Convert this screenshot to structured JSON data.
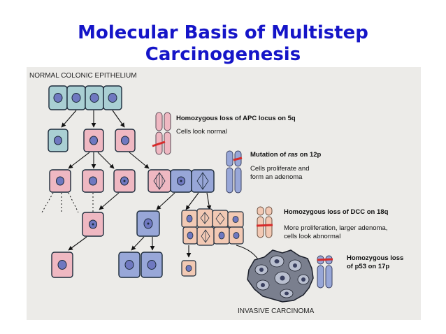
{
  "slide": {
    "title_line1": "Molecular Basis of Multistep",
    "title_line2": "Carcinogenesis"
  },
  "figure": {
    "top_label": "NORMAL COLONIC EPITHELIUM",
    "bottom_label": "INVASIVE CARCINOMA",
    "steps": [
      {
        "heading_pre": "Homozygous loss of APC locus on 5q",
        "heading_italic": "",
        "heading_post": "",
        "desc1": "Cells look normal",
        "desc2": ""
      },
      {
        "heading_pre": "Mutation of ",
        "heading_italic": "ras",
        "heading_post": " on 12p",
        "desc1": "Cells proliferate and",
        "desc2": "form an adenoma"
      },
      {
        "heading_pre": "Homozygous loss of DCC on 18q",
        "heading_italic": "",
        "heading_post": "",
        "desc1": "More proliferation, larger adenoma,",
        "desc2": "cells look abnormal"
      },
      {
        "heading_pre": "Homozygous loss",
        "heading_italic": "",
        "heading_post": "",
        "desc1": "of p53 on 17p",
        "desc2": ""
      }
    ]
  },
  "colors": {
    "title": "#1515c8",
    "normal_cell": "#a9cfd3",
    "pink_cell": "#efb8c2",
    "blue_cell": "#98a7d8",
    "tumor_cell": "#f2c9b4",
    "nucleus": "#6f78c0",
    "mutation_band": "#d62b2b",
    "panel": "#ecebe8"
  }
}
